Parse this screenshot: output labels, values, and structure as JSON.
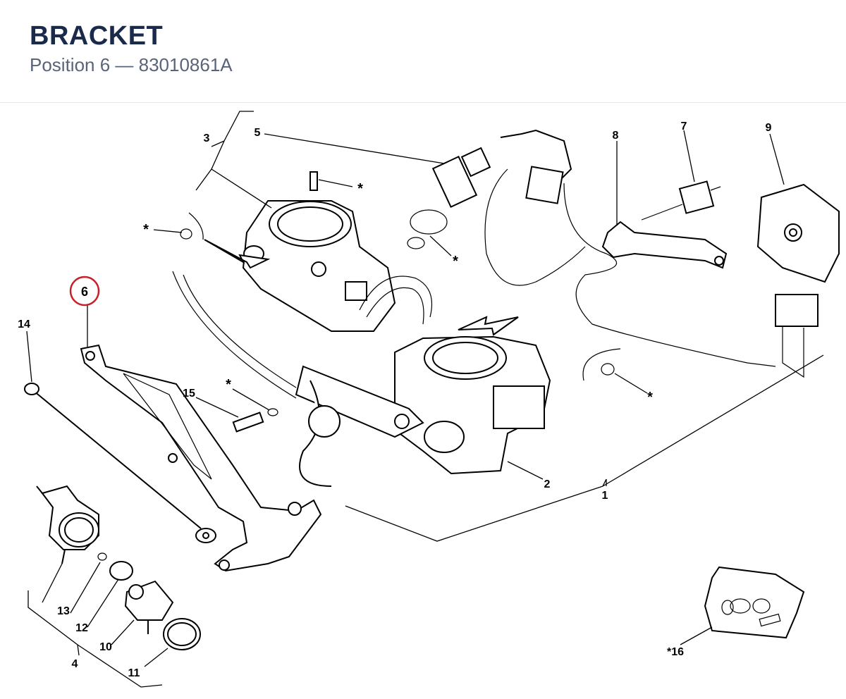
{
  "header": {
    "title": "BRACKET",
    "subtitle": "Position 6 — 83010861A"
  },
  "diagram": {
    "highlight_color": "#c8202a",
    "callouts": {
      "c1": "1",
      "c2": "2",
      "c3": "3",
      "c4": "4",
      "c5": "5",
      "c6": "6",
      "c7": "7",
      "c8": "8",
      "c9": "9",
      "c10": "10",
      "c11": "11",
      "c12": "12",
      "c13": "13",
      "c14": "14",
      "c15": "15",
      "c16": "*16",
      "s1": "*",
      "s2": "*",
      "s3": "*",
      "s4": "*",
      "s5": "*"
    }
  }
}
